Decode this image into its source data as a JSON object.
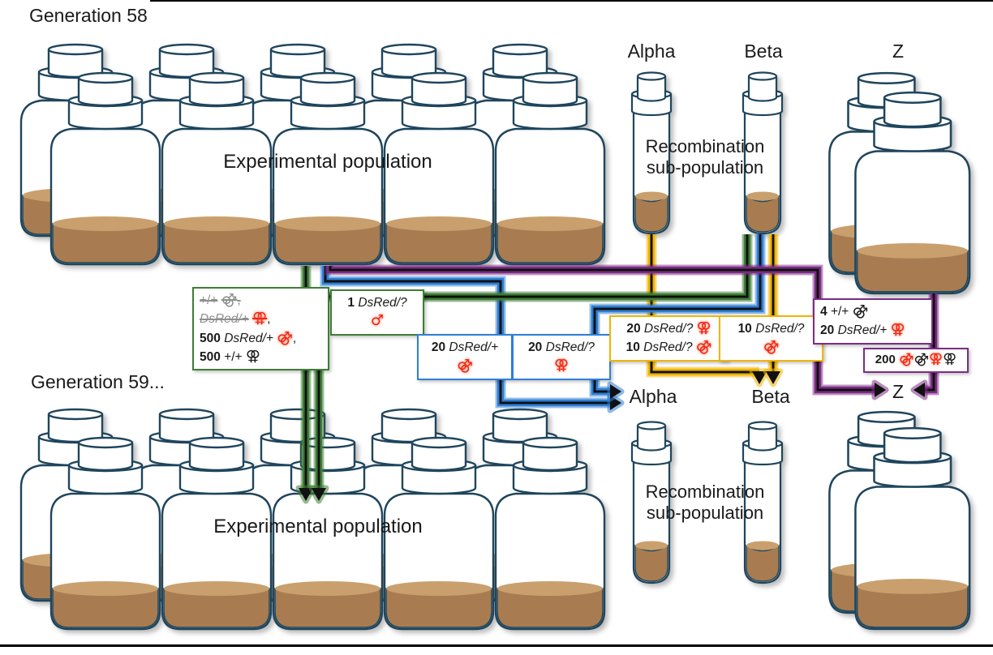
{
  "colors": {
    "green": "#3f7d36",
    "blue": "#2e7fd6",
    "yellow": "#f0b400",
    "purple": "#7c2d85",
    "navy": "#1f455c",
    "media": "#a87c50",
    "media_light": "#c9a06d",
    "red": "#ee2717",
    "gray": "#8f8f8f"
  },
  "symbols": {
    "male": "♂",
    "female": "♀",
    "male_pair": "⚣",
    "female_pair": "⚢"
  },
  "labels": {
    "generation58": "Generation 58",
    "generation59": "Generation 59...",
    "experimental_population": "Experimental population",
    "recombination_line1": "Recombination",
    "recombination_line2": "sub-population",
    "alpha": "Alpha",
    "beta": "Beta",
    "z": "Z"
  },
  "boxes": {
    "population_transfer": {
      "line1": {
        "genotype": "+/+",
        "suffix": ","
      },
      "line2": {
        "genotype": "DsRed/+",
        "suffix": ","
      },
      "line3": {
        "count": "500",
        "genotype": "DsRed/+",
        "suffix": ","
      },
      "line4": {
        "count": "500",
        "genotype": "+/+"
      }
    },
    "beta_to_population": {
      "count": "1",
      "genotype": "DsRed/?"
    },
    "population_to_alpha": {
      "count": "20",
      "genotype": "DsRed/+"
    },
    "beta_to_alpha": {
      "count": "20",
      "genotype": "DsRed/?"
    },
    "alpha_to_beta": {
      "line1": {
        "count": "20",
        "genotype": "DsRed/?"
      },
      "line2": {
        "count": "10",
        "genotype": "DsRed/?"
      }
    },
    "beta_to_beta": {
      "count": "10",
      "genotype": "DsRed/?"
    },
    "population_to_z": {
      "line1": {
        "count": "4",
        "genotype": "+/+"
      },
      "line2": {
        "count": "20",
        "genotype": "DsRed/+"
      }
    },
    "z_to_z": {
      "count": "200"
    }
  }
}
